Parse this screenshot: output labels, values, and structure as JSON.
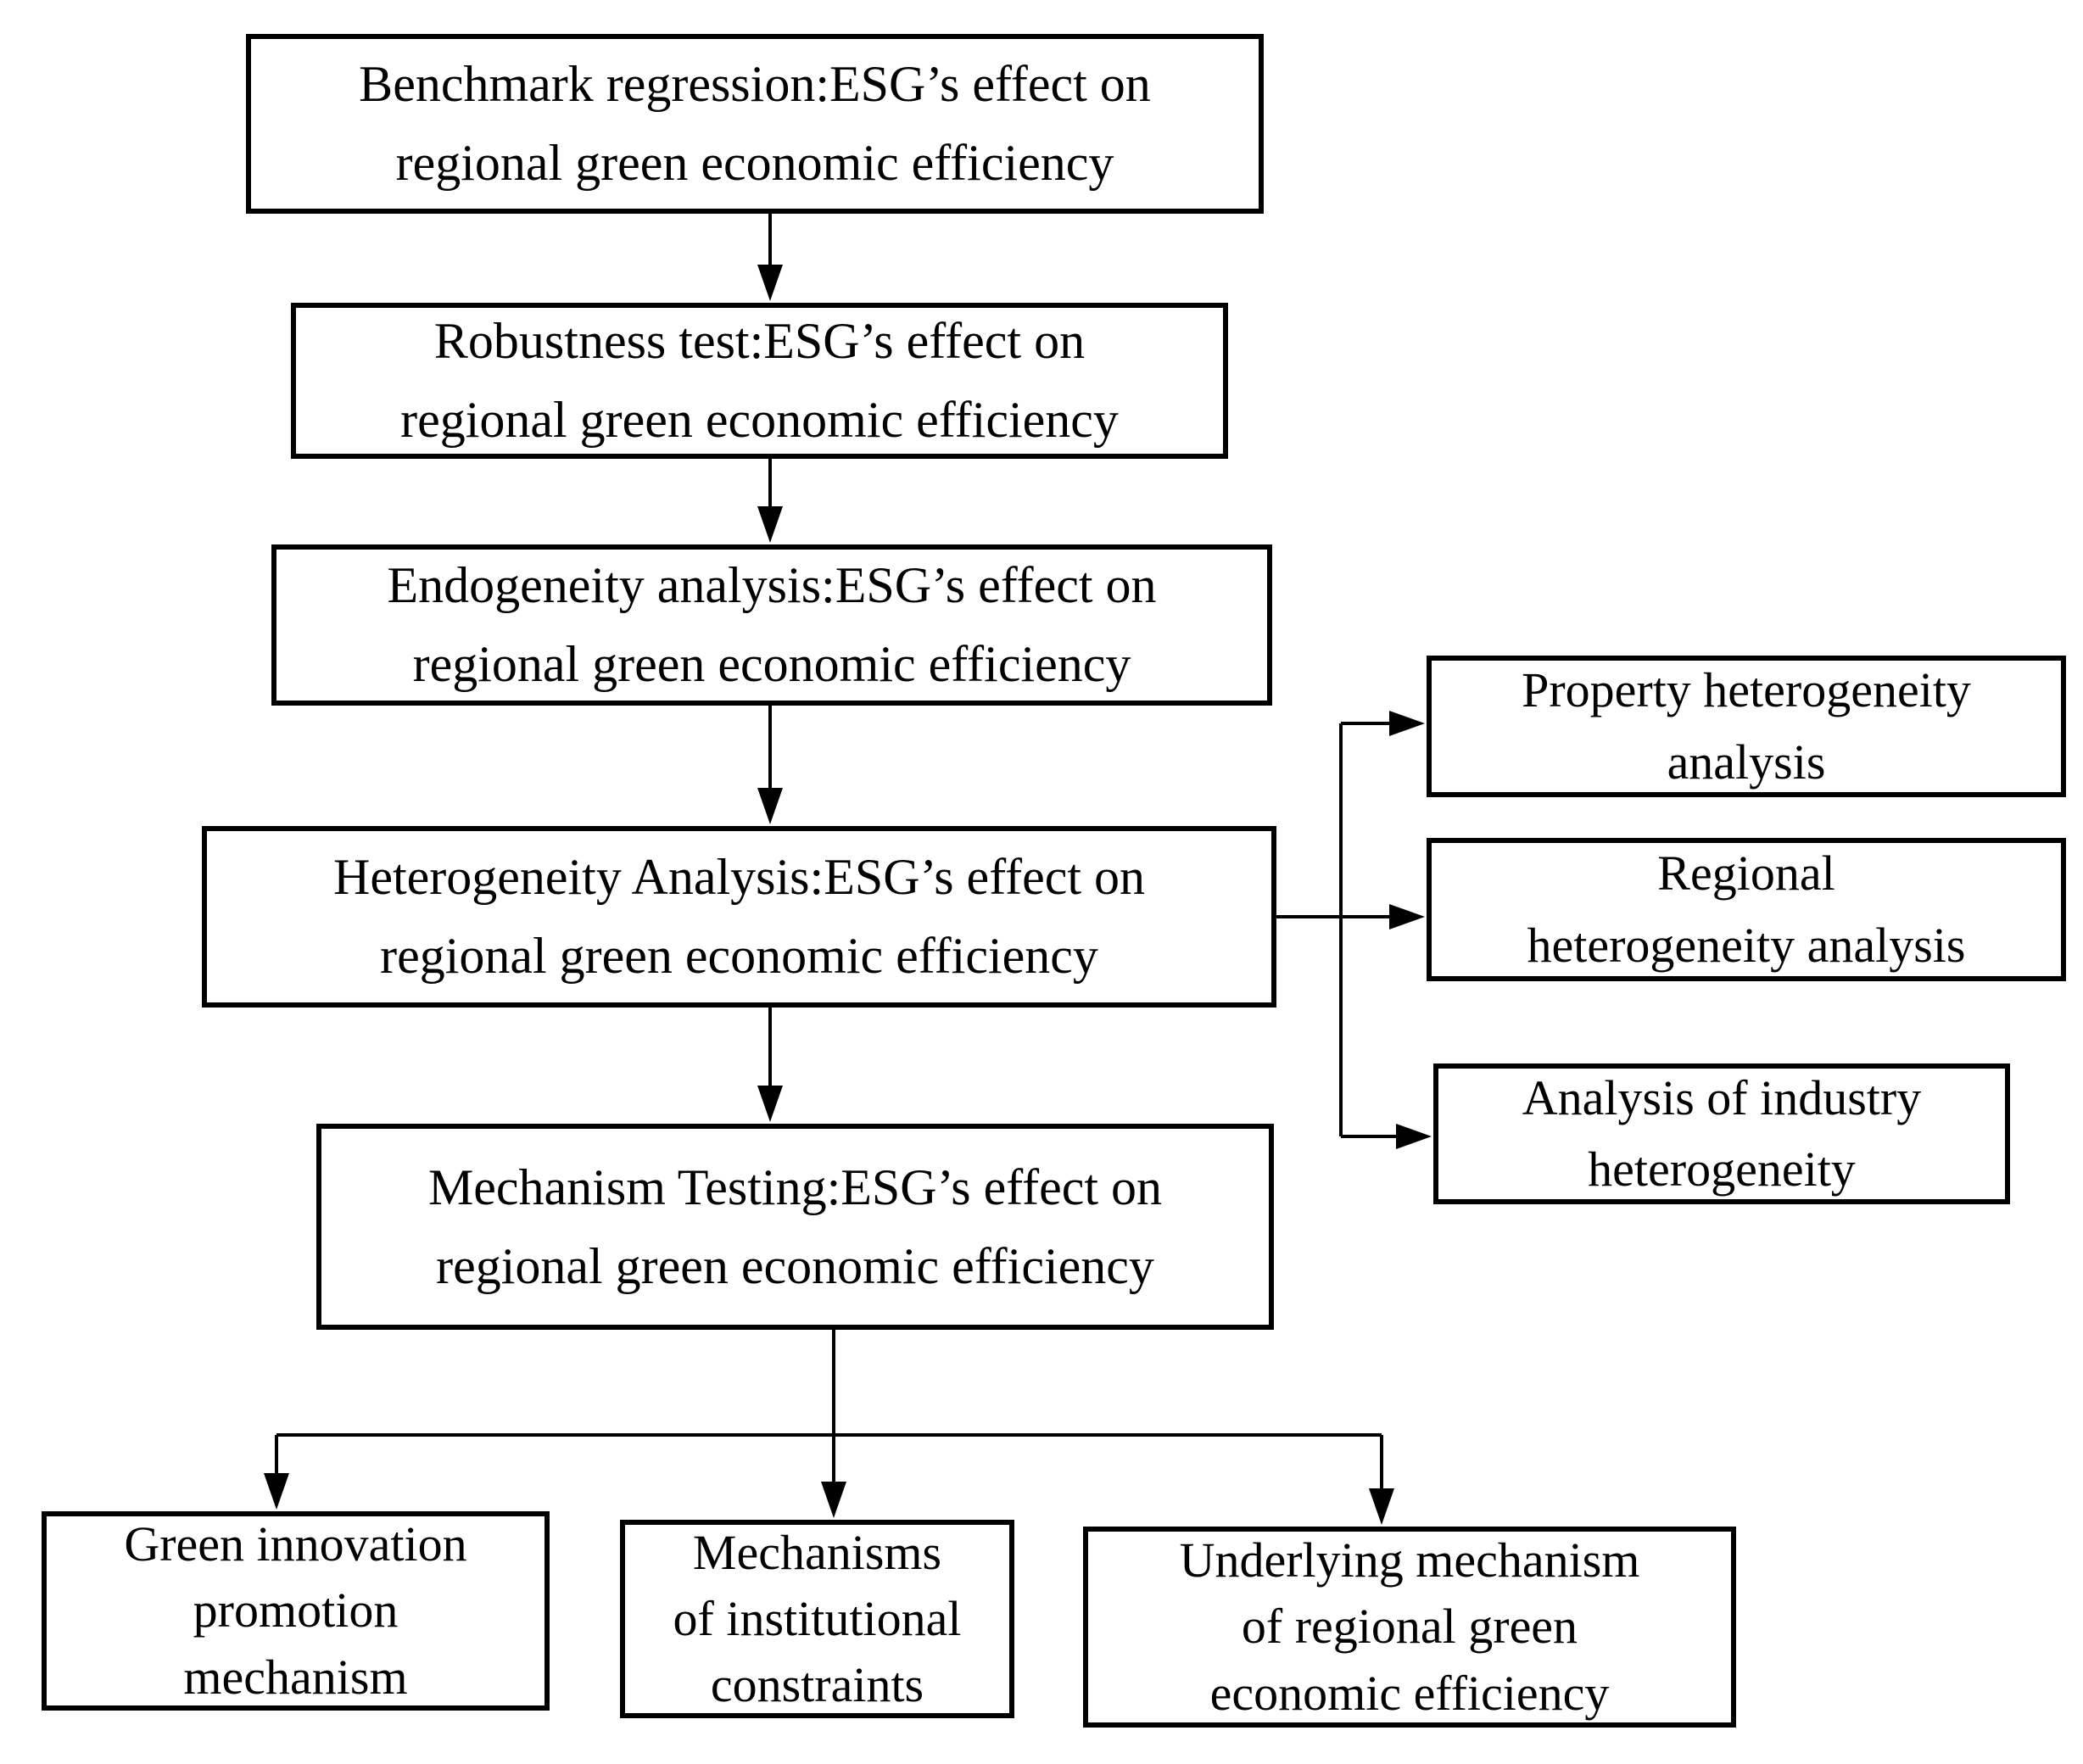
{
  "flowchart": {
    "colors": {
      "background": "#ffffff",
      "box_fill": "#ffffff",
      "box_border": "#000000",
      "text": "#000000",
      "connector": "#000000"
    },
    "main_flow": [
      {
        "id": "benchmark-regression",
        "lines": [
          "Benchmark regression:ESG’s effect on",
          "regional green economic efficiency"
        ]
      },
      {
        "id": "robustness-test",
        "lines": [
          "Robustness test:ESG’s effect on",
          "regional green economic efficiency"
        ]
      },
      {
        "id": "endogeneity-analysis",
        "lines": [
          "Endogeneity analysis:ESG’s effect on",
          "regional green economic efficiency"
        ]
      },
      {
        "id": "heterogeneity-analysis",
        "lines": [
          "Heterogeneity Analysis:ESG’s effect on",
          "regional green economic efficiency"
        ]
      },
      {
        "id": "mechanism-testing",
        "lines": [
          "Mechanism Testing:ESG’s effect on",
          "regional green economic efficiency"
        ]
      }
    ],
    "heterogeneity_branches": [
      {
        "id": "property-heterogeneity",
        "lines": [
          "Property heterogeneity",
          "analysis"
        ]
      },
      {
        "id": "regional-heterogeneity",
        "lines": [
          "Regional",
          "heterogeneity analysis"
        ]
      },
      {
        "id": "industry-heterogeneity",
        "lines": [
          "Analysis of industry",
          "heterogeneity"
        ]
      }
    ],
    "mechanism_branches": [
      {
        "id": "green-innovation-mechanism",
        "lines": [
          "Green innovation",
          "promotion",
          "mechanism"
        ]
      },
      {
        "id": "institutional-constraints",
        "lines": [
          "Mechanisms",
          "of institutional",
          "constraints"
        ]
      },
      {
        "id": "underlying-mechanism",
        "lines": [
          "Underlying mechanism",
          "of regional green",
          "economic efficiency"
        ]
      }
    ]
  }
}
